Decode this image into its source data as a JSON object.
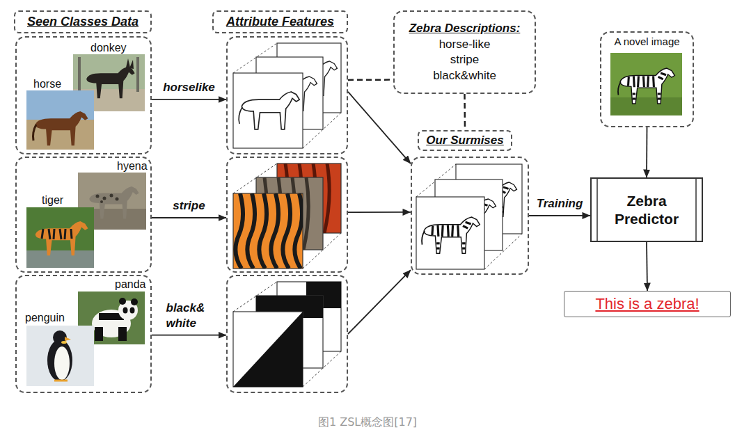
{
  "diagram": {
    "caption": "图1 ZSL概念图[17]",
    "nodes": [
      {
        "text": [
          "Seen Classes Data"
        ]
      },
      {
        "text": [
          "donkey",
          "horse"
        ]
      },
      {
        "text": [
          "hyena",
          "tiger"
        ]
      },
      {
        "text": [
          "panda",
          "penguin"
        ]
      },
      {
        "text": [
          "Attribute Features"
        ]
      },
      {
        "text": []
      },
      {
        "text": []
      },
      {
        "text": []
      },
      {
        "text": [
          "Zebra Descriptions:",
          "horse-like",
          "stripe",
          "black&white"
        ]
      },
      {
        "text": [
          "Our Surmises"
        ]
      },
      {
        "text": []
      },
      {
        "text": [
          "A novel image"
        ]
      },
      {
        "text": [
          "Zebra Predictor"
        ]
      },
      {
        "text": [
          "This is a zebra!"
        ]
      }
    ],
    "edges": [
      {
        "from": 1,
        "to": 5,
        "label": "horselike",
        "arrow": "to"
      },
      {
        "from": 2,
        "to": 6,
        "label": "stripe",
        "arrow": "to"
      },
      {
        "from": 3,
        "to": 7,
        "label": "black& white",
        "arrow": "to"
      },
      {
        "from": 5,
        "to": 8,
        "arrow": "none"
      },
      {
        "from": 8,
        "to": 9,
        "arrow": "none"
      },
      {
        "from": 5,
        "to": 10,
        "arrow": "to"
      },
      {
        "from": 6,
        "to": 10,
        "arrow": "to"
      },
      {
        "from": 7,
        "to": 10,
        "arrow": "to"
      },
      {
        "from": 10,
        "to": 12,
        "label": "Training",
        "arrow": "to"
      },
      {
        "from": 11,
        "to": 12,
        "arrow": "to"
      },
      {
        "from": 12,
        "to": 13,
        "arrow": "to"
      }
    ]
  }
}
